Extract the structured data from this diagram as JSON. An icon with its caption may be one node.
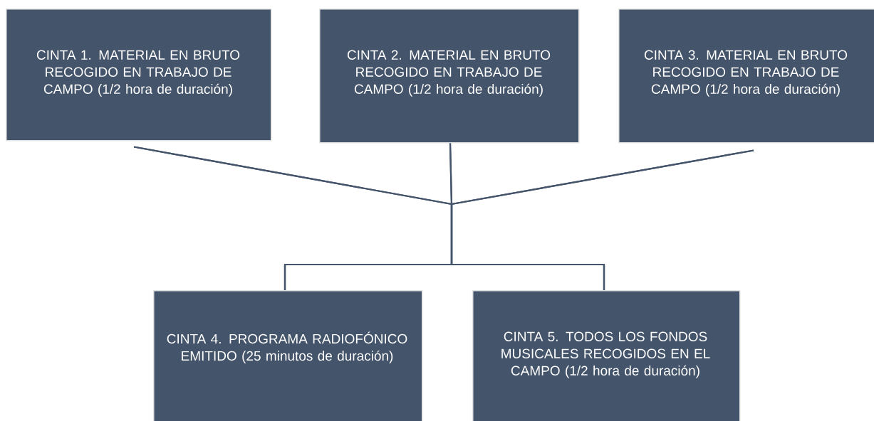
{
  "diagram": {
    "nodes": [
      {
        "text": [
          "CINTA 1. MATERIAL EN BRUTO RECOGIDO EN TRABAJO DE CAMPO (1/2 hora de duración)"
        ]
      },
      {
        "text": [
          "CINTA 2. MATERIAL EN BRUTO RECOGIDO EN TRABAJO DE CAMPO (1/2 hora de duración)"
        ]
      },
      {
        "text": [
          "CINTA 3. MATERIAL EN BRUTO RECOGIDO EN TRABAJO DE CAMPO (1/2 hora de duración)"
        ]
      },
      {
        "text": [
          "CINTA 4. PROGRAMA RADIOFÓNICO EMITIDO (25 minutos de duración)"
        ]
      },
      {
        "text": [
          "CINTA 5. TODOS LOS FONDOS MUSICALES RECOGIDOS EN EL CAMPO (1/2 hora de duración)"
        ]
      }
    ],
    "edges": [
      {
        "from": 0,
        "to": 3,
        "arrow": "none"
      },
      {
        "from": 0,
        "to": 4,
        "arrow": "none"
      },
      {
        "from": 1,
        "to": 3,
        "arrow": "none"
      },
      {
        "from": 1,
        "to": 4,
        "arrow": "none"
      },
      {
        "from": 2,
        "to": 3,
        "arrow": "none"
      },
      {
        "from": 2,
        "to": 4,
        "arrow": "none"
      }
    ]
  }
}
